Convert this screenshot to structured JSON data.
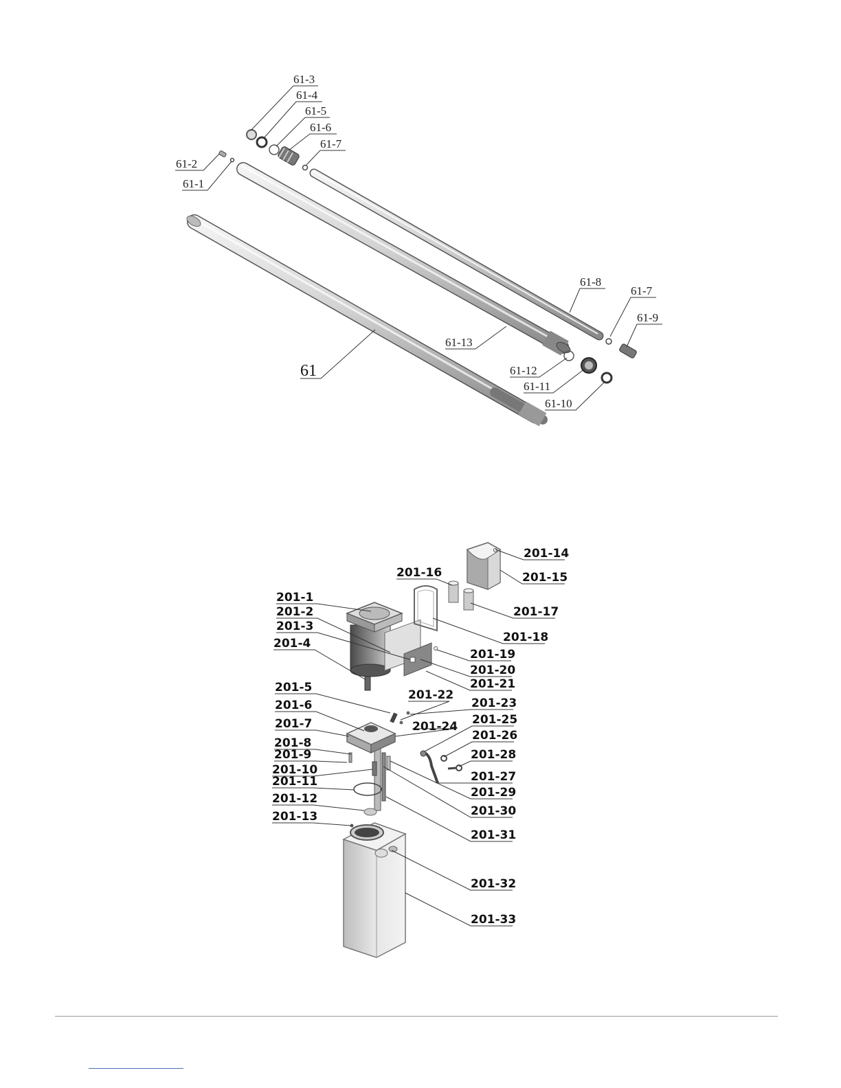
{
  "diagram_top": {
    "labels": [
      "61-3",
      "61-4",
      "61-5",
      "61-6",
      "61-7",
      "61-2",
      "61-1",
      "61-8",
      "61-7",
      "61-9",
      "61-13",
      "61-12",
      "61-11",
      "61-10",
      "61"
    ]
  },
  "diagram_bottom": {
    "labels": [
      "201-14",
      "201-15",
      "201-16",
      "201-17",
      "201-1",
      "201-2",
      "201-3",
      "201-4",
      "201-18",
      "201-19",
      "201-20",
      "201-21",
      "201-5",
      "201-22",
      "201-23",
      "201-6",
      "201-24",
      "201-25",
      "201-7",
      "201-26",
      "201-8",
      "201-9",
      "201-28",
      "201-10",
      "201-27",
      "201-11",
      "201-29",
      "201-12",
      "201-30",
      "201-13",
      "201-31",
      "201-32",
      "201-33"
    ]
  }
}
